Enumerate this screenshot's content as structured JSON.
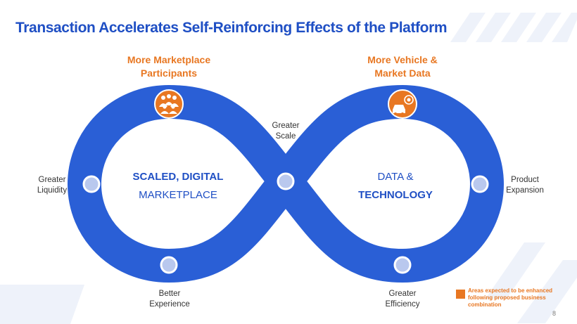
{
  "title": "Transaction Accelerates Self-Reinforcing Effects of the Platform",
  "headers": {
    "left": [
      "More Marketplace",
      "Participants"
    ],
    "right": [
      "More Vehicle &",
      "Market Data"
    ]
  },
  "center_left": {
    "line1": "SCALED, DIGITAL",
    "line2": "MARKETPLACE"
  },
  "center_right": {
    "line1": "DATA &",
    "line2": "TECHNOLOGY"
  },
  "labels": {
    "greater_scale": [
      "Greater",
      "Scale"
    ],
    "greater_liquidity": [
      "Greater",
      "Liquidity"
    ],
    "product_expansion": [
      "Product",
      "Expansion"
    ],
    "better_experience": [
      "Better",
      "Experience"
    ],
    "greater_efficiency": [
      "Greater",
      "Efficiency"
    ]
  },
  "legend": "Areas expected to be enhanced following proposed business combination",
  "page_number": "8",
  "icons": {
    "left": "people-group-icon",
    "right": "car-target-icon"
  },
  "colors": {
    "loop_blue": "#2a5fd6",
    "title_blue": "#1f4fc4",
    "accent_orange": "#e87722",
    "node_fill": "#b9c8ee"
  }
}
